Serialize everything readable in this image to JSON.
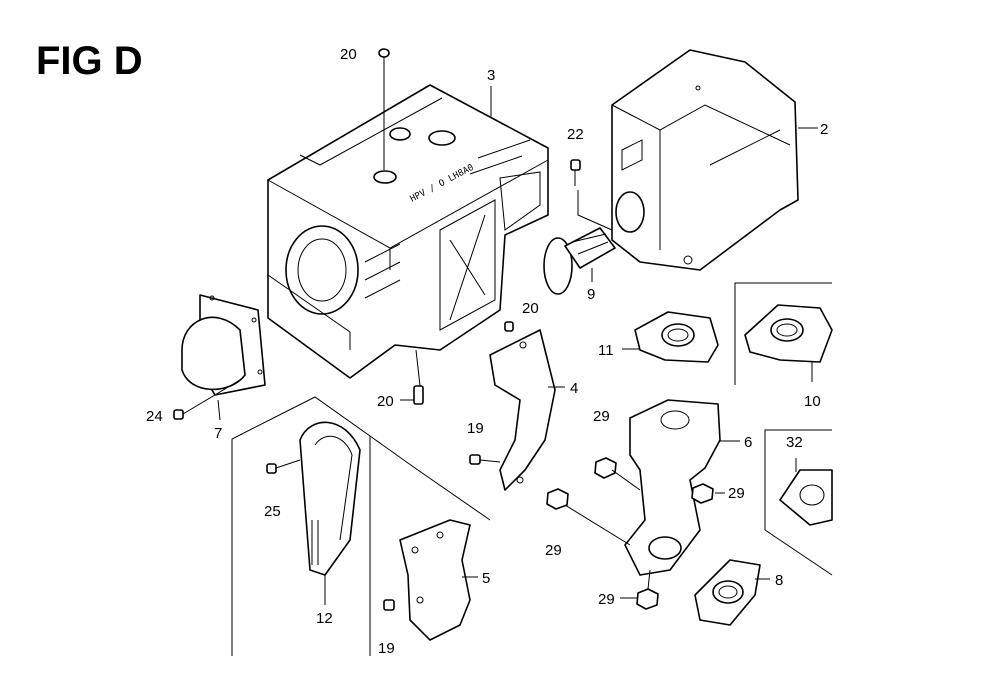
{
  "title": "FIG D",
  "stamp": "HPV / O LH8A0",
  "callouts": {
    "c2": "2",
    "c3": "3",
    "c4": "4",
    "c5": "5",
    "c6": "6",
    "c7": "7",
    "c8": "8",
    "c9": "9",
    "c10": "10",
    "c11": "11",
    "c12": "12",
    "c19a": "19",
    "c19b": "19",
    "c20a": "20",
    "c20b": "20",
    "c20c": "20",
    "c22": "22",
    "c24": "24",
    "c25": "25",
    "c29a": "29",
    "c29b": "29",
    "c29c": "29",
    "c29d": "29",
    "c32": "32"
  }
}
